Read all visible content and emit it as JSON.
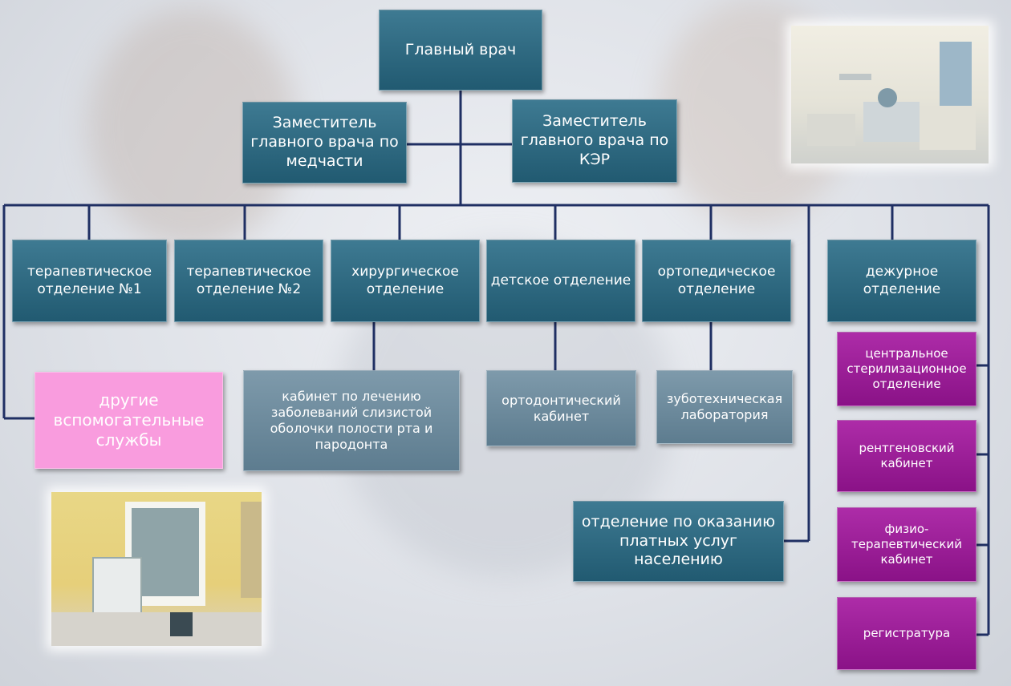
{
  "chart": {
    "chief": "Главный врач",
    "deputy_med": "Заместитель главного врача по медчасти",
    "deputy_ker": "Заместитель главного врача по КЭР",
    "therapy1": "терапевтическое отделение №1",
    "therapy2": "терапевтическое отделение №2",
    "surgical": "хирургическое отделение",
    "children": "детское отделение",
    "orthopedic": "ортопедическое отделение",
    "duty": "дежурное отделение",
    "other_services": "другие вспомогательные службы",
    "mucosa_cabinet": "кабинет по лечению заболеваний слизистой оболочки полости рта и пародонта",
    "orthodontic": "ортодонтический кабинет",
    "dental_lab": "зуботехническая лаборатория",
    "paid_services": "отделение по оказанию платных услуг населению",
    "sterilization": "центральное стерилизационное отделение",
    "xray": "рентгеновский кабинет",
    "physio": "физио-терапевтический кабинет",
    "registry": "регистратура"
  },
  "colors": {
    "dark_box": "#2b6680",
    "grey_box": "#6c8a9c",
    "pink_box": "#f99cde",
    "magenta_box": "#9a1a96",
    "connector": "#1f2f63"
  }
}
